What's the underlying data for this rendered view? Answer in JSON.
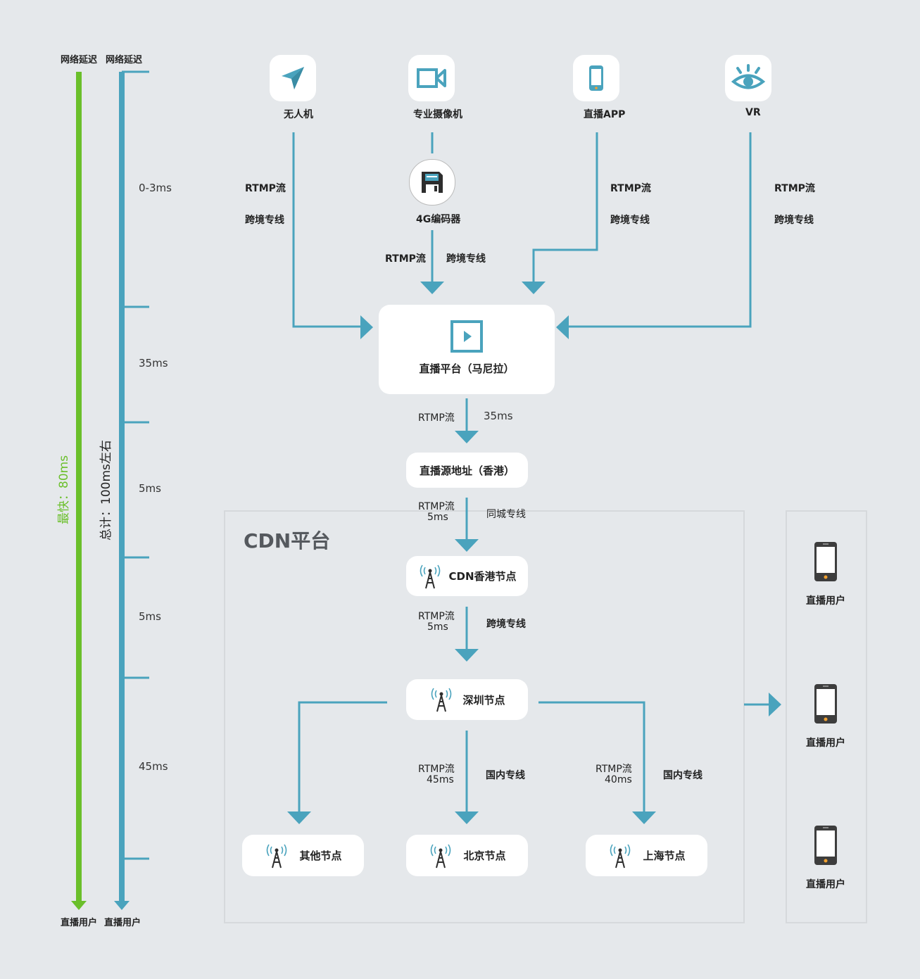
{
  "timeline": {
    "left_header": "网络延迟",
    "right_header": "网络延迟",
    "left_footer": "直播用户",
    "right_footer": "直播用户",
    "fastest_label": "最快：80ms",
    "total_label": "总计：100ms左右",
    "segments": [
      "0-3ms",
      "35ms",
      "5ms",
      "5ms",
      "45ms"
    ],
    "colors": {
      "green": "#6abf2a",
      "blue": "#4aa3bd"
    }
  },
  "sources": [
    {
      "label": "无人机",
      "icon": "send-arrow-icon"
    },
    {
      "label": "专业摄像机",
      "icon": "video-camera-icon"
    },
    {
      "label": "直播APP",
      "icon": "smartphone-icon"
    },
    {
      "label": "VR",
      "icon": "eye-icon"
    }
  ],
  "encoder": {
    "label": "4G编码器",
    "icon": "floppy-disk-icon"
  },
  "edge_labels": {
    "drone_1": "RTMP流",
    "drone_2": "跨境专线",
    "app_1": "RTMP流",
    "app_2": "跨境专线",
    "vr_1": "RTMP流",
    "vr_2": "跨境专线",
    "enc_1": "RTMP流",
    "enc_2": "跨境专线",
    "plat_1": "RTMP流",
    "plat_2": "35ms",
    "src_1": "RTMP流",
    "src_2": "5ms",
    "src_3": "同城专线",
    "hk_1": "RTMP流",
    "hk_2": "5ms",
    "hk_3": "跨境专线",
    "bj_1": "RTMP流",
    "bj_2": "45ms",
    "bj_3": "国内专线",
    "sh_1": "RTMP流",
    "sh_2": "40ms",
    "sh_3": "国内专线"
  },
  "platform": {
    "label": "直播平台（马尼拉）",
    "icon": "play-icon"
  },
  "source_addr": {
    "label": "直播源地址（香港）"
  },
  "cdn": {
    "title": "CDN平台",
    "hk_node": "CDN香港节点",
    "sz_node": "深圳节点",
    "other_node": "其他节点",
    "bj_node": "北京节点",
    "sh_node": "上海节点"
  },
  "users": [
    "直播用户",
    "直播用户",
    "直播用户"
  ]
}
